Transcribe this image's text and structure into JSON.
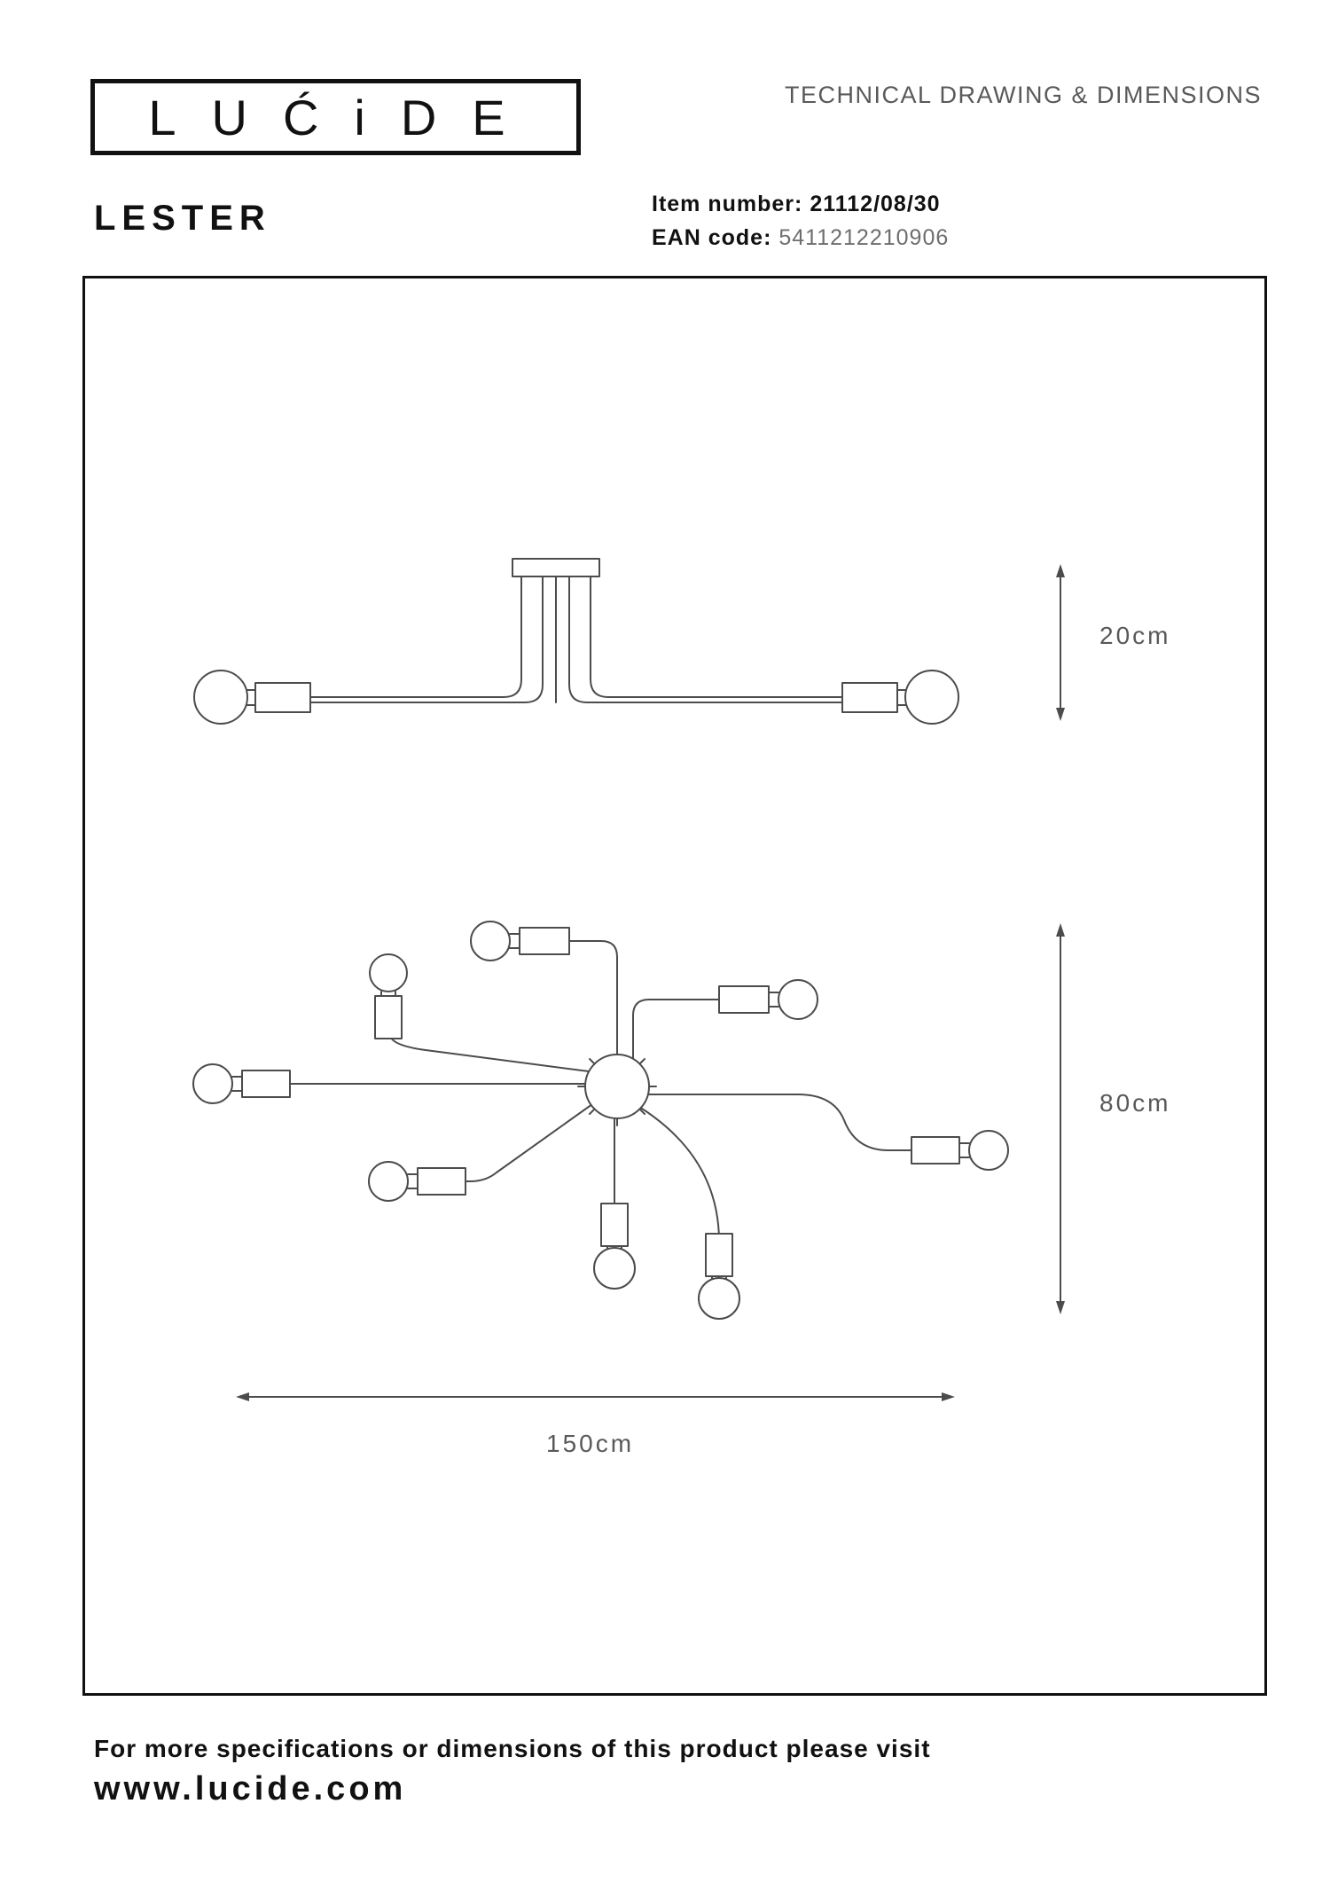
{
  "header": {
    "logo_text": "LUĆiDE",
    "doc_type": "TECHNICAL DRAWING & DIMENSIONS",
    "product_name": "LESTER",
    "item": {
      "label": "Item number:",
      "value": "21112/08/30"
    },
    "ean": {
      "label": "EAN code:",
      "value": "5411212210906"
    }
  },
  "dimensions": {
    "side_height": "20cm",
    "top_height": "80cm",
    "width": "150cm"
  },
  "footer": {
    "note": "For more specifications or dimensions of this product please visit",
    "website": "www.lucide.com"
  },
  "colors": {
    "ink": "#111111",
    "line": "#4c4c4c",
    "muted": "#58595b"
  }
}
